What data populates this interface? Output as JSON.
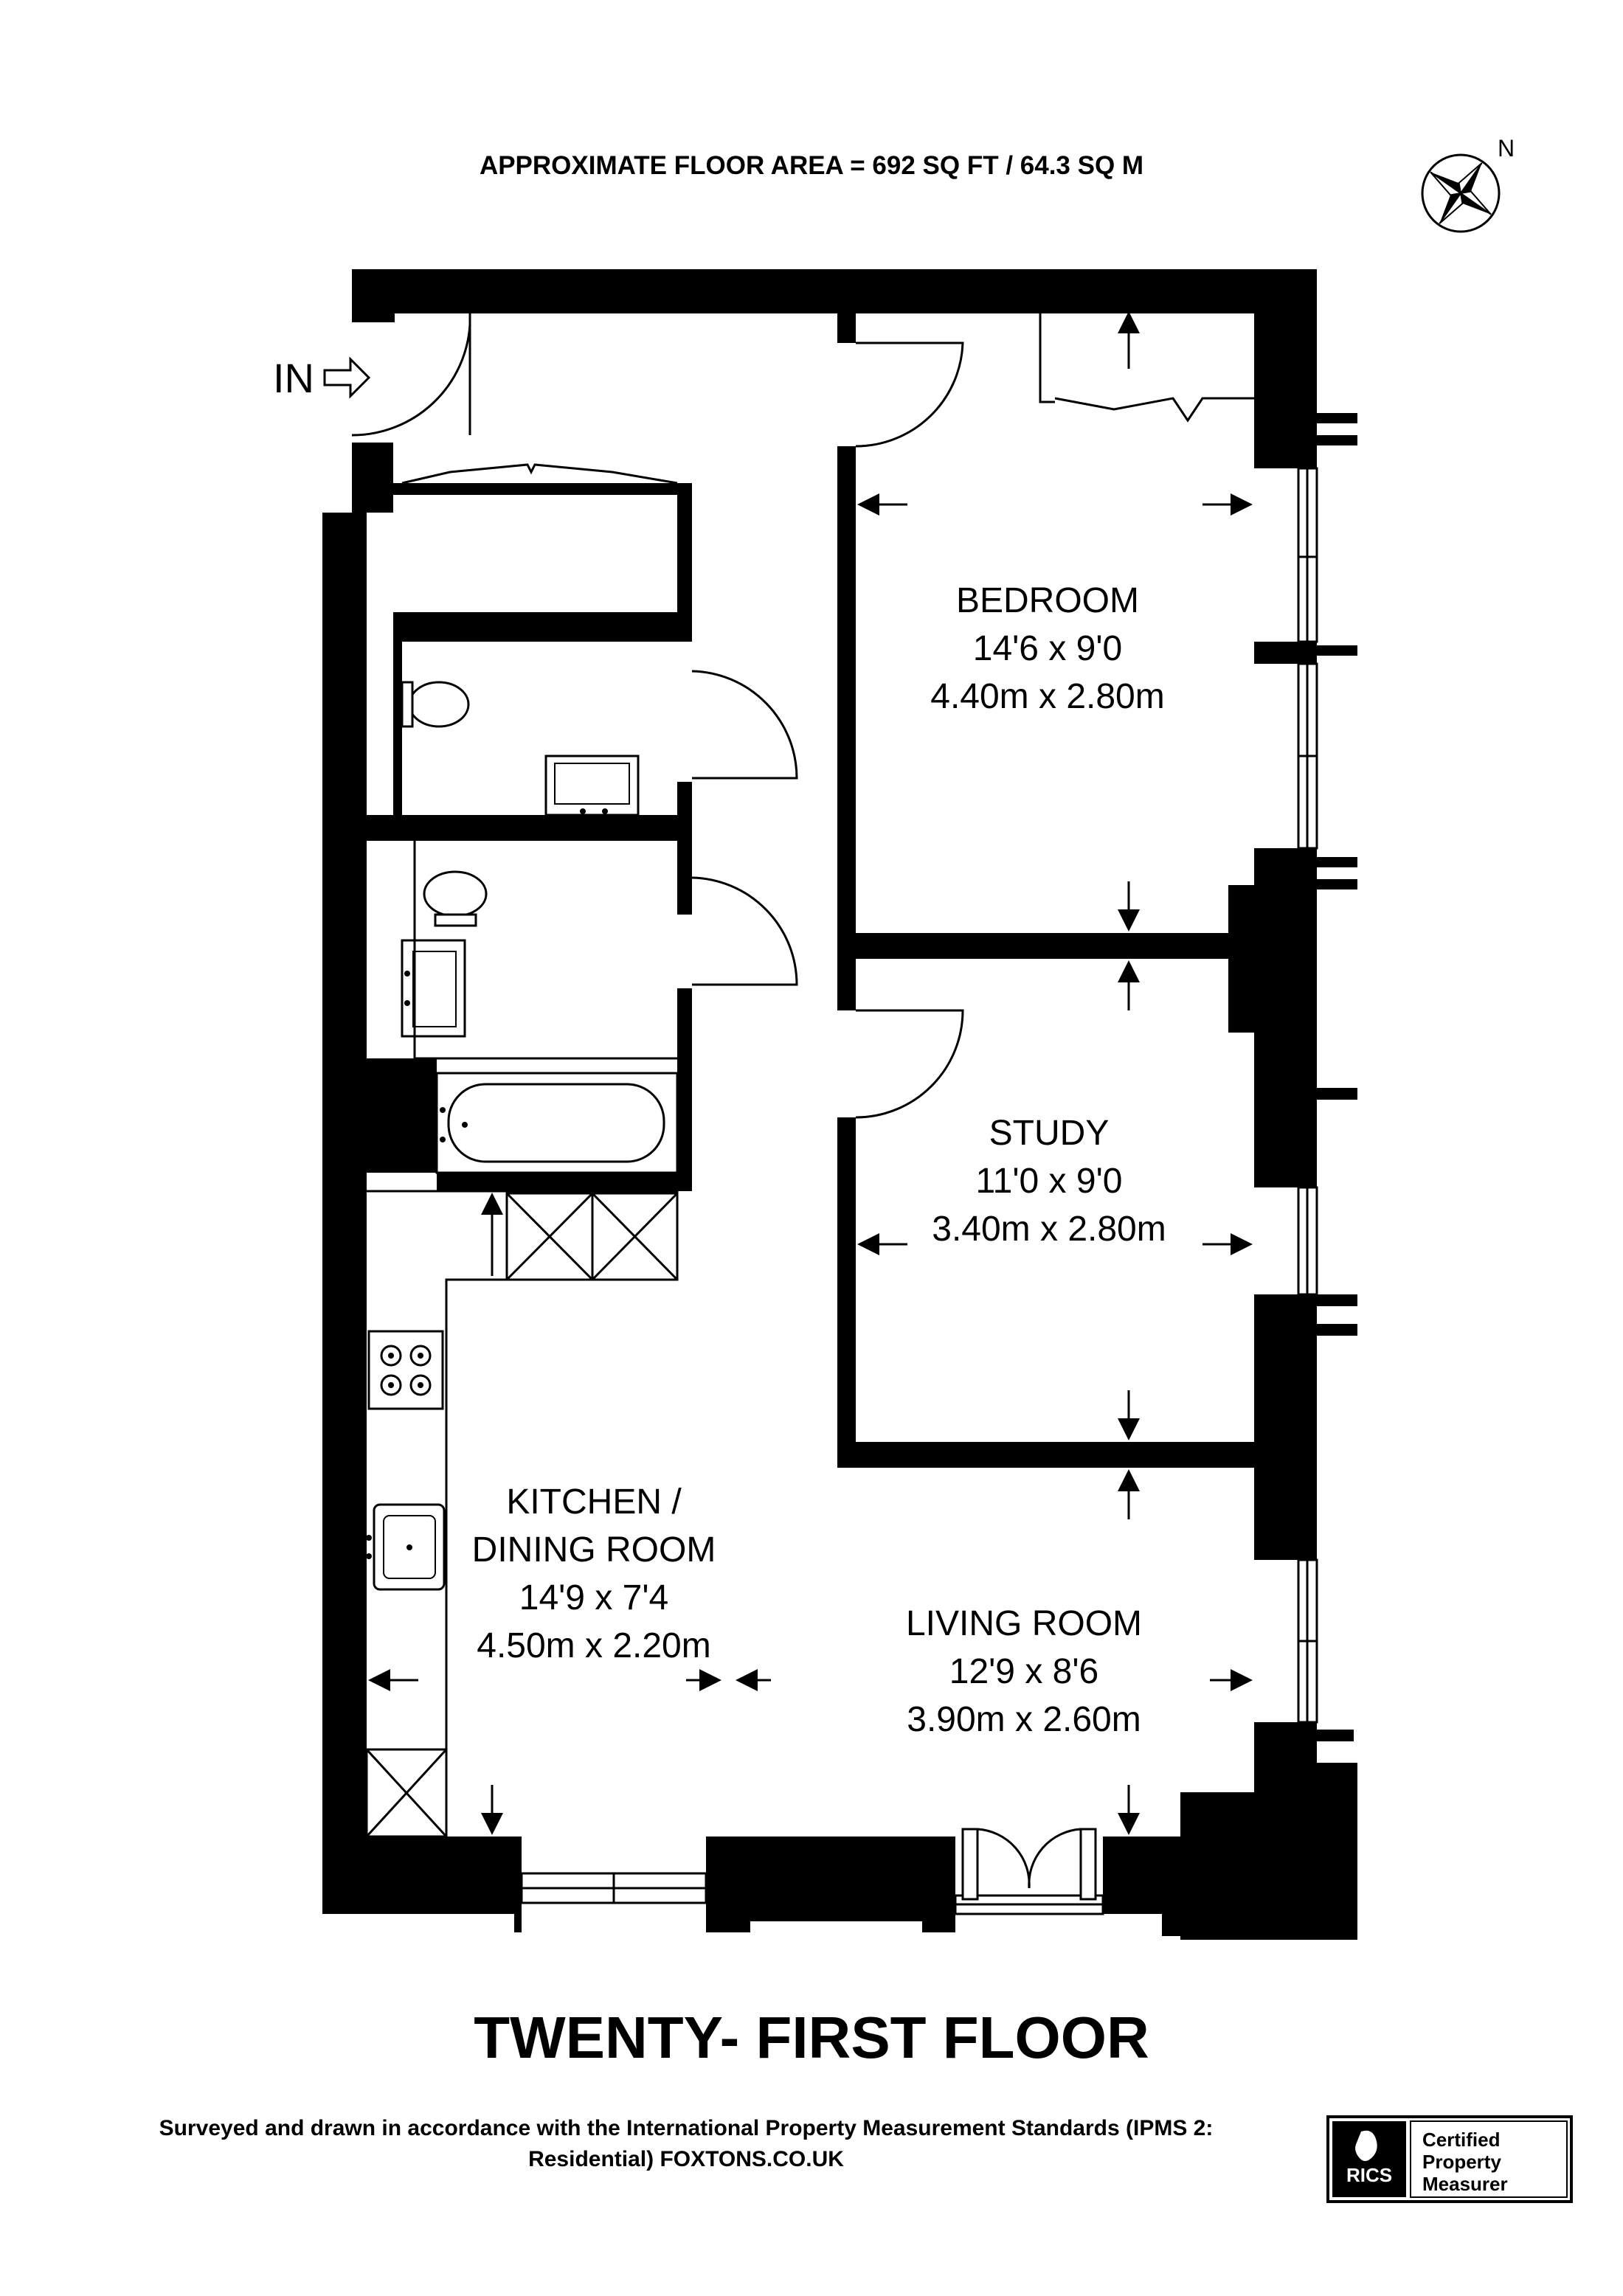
{
  "header": {
    "area_text": "APPROXIMATE FLOOR AREA = 692 SQ FT / 64.3 SQ M",
    "compass_label": "N"
  },
  "entrance": {
    "label": "IN"
  },
  "rooms": {
    "bedroom": {
      "name": "BEDROOM",
      "imperial": "14'6 x 9'0",
      "metric": "4.40m x 2.80m"
    },
    "study": {
      "name": "STUDY",
      "imperial": "11'0 x 9'0",
      "metric": "3.40m x 2.80m"
    },
    "kitchen": {
      "name_line1": "KITCHEN /",
      "name_line2": "DINING ROOM",
      "imperial": "14'9 x 7'4",
      "metric": "4.50m x 2.20m"
    },
    "living": {
      "name": "LIVING ROOM",
      "imperial": "12'9 x 8'6",
      "metric": "3.90m x 2.60m"
    }
  },
  "floor_title": "TWENTY- FIRST FLOOR",
  "footer": {
    "line1": "Surveyed and drawn in accordance with the International Property Measurement Standards (IPMS 2:",
    "line2": "Residential) FOXTONS.CO.UK"
  },
  "badge": {
    "logo_text": "RICS",
    "line1": "Certified",
    "line2": "Property",
    "line3": "Measurer"
  },
  "icons": [
    "compass-icon",
    "entrance-arrow-icon",
    "toilet-icon",
    "basin-icon",
    "bathtub-icon",
    "hob-icon",
    "sink-icon",
    "door-swing-icon",
    "window-icon",
    "rics-lion-icon"
  ]
}
